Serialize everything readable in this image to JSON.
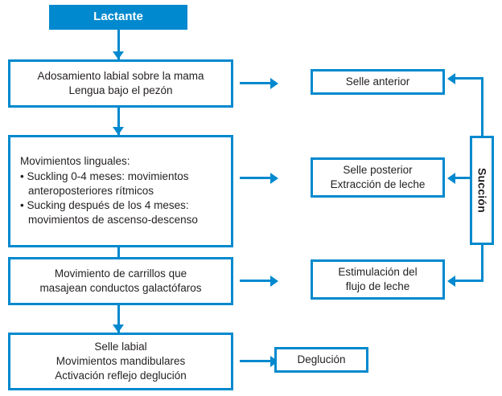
{
  "diagram": {
    "title": "Lactante",
    "accent_color": "#0089ce",
    "text_color": "#231f20",
    "background_color": "#ffffff",
    "header": {
      "label": "Lactante"
    },
    "left_column": [
      {
        "id": "adosamiento",
        "lines": [
          "Adosamiento labial sobre la mama",
          "Lengua bajo el pezón"
        ]
      },
      {
        "id": "movimientos-linguales",
        "lines": [
          "Movimientos linguales:",
          "• Suckling 0-4 meses: movimientos",
          "anteroposteriores rítmicos",
          "• Sucking después de los 4 meses:",
          "movimientos de ascenso-descenso"
        ]
      },
      {
        "id": "movimiento-carrillos",
        "lines": [
          "Movimiento de carrillos que",
          "masajean conductos galactófaros"
        ]
      },
      {
        "id": "selle-labial",
        "lines": [
          "Selle labial",
          "Movimientos mandibulares",
          "Activación reflejo deglución"
        ]
      }
    ],
    "right_column": [
      {
        "id": "selle-anterior",
        "lines": [
          "Selle anterior"
        ]
      },
      {
        "id": "selle-posterior",
        "lines": [
          "Selle posterior",
          "Extracción de leche"
        ]
      },
      {
        "id": "estimulacion-flujo",
        "lines": [
          "Estimulación del",
          "flujo de leche"
        ]
      },
      {
        "id": "deglucion",
        "lines": [
          "Deglución"
        ]
      }
    ],
    "side_node": {
      "id": "succion",
      "label": "Succión"
    }
  }
}
